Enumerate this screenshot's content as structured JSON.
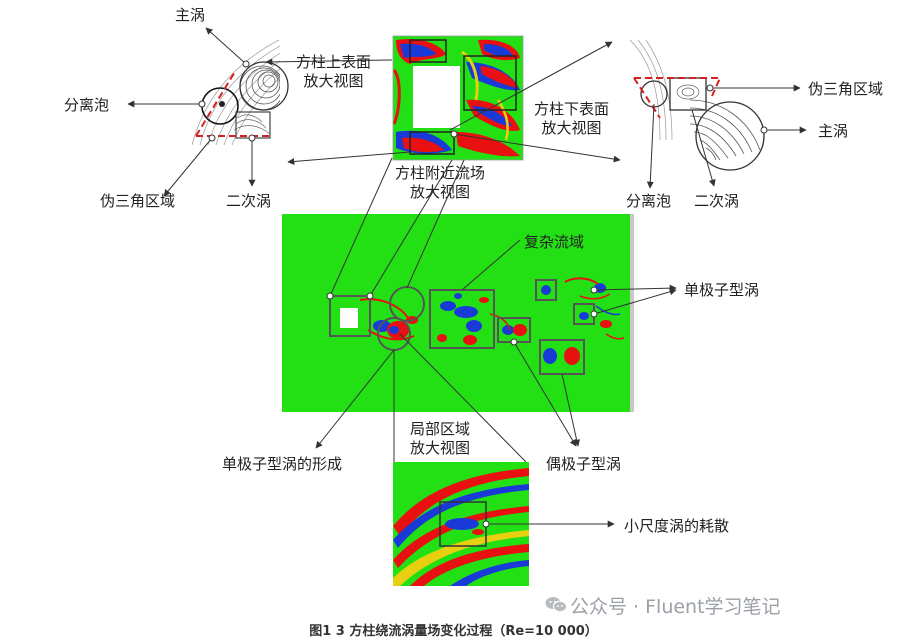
{
  "labels": {
    "main_vortex_left": "主涡",
    "separation_bubble_left": "分离泡",
    "pseudo_triangle_left": "伪三角区域",
    "secondary_vortex_left": "二次涡",
    "upper_surface_zoom": "方柱上表面\n放大视图",
    "lower_surface_zoom": "方柱下表面\n放大视图",
    "near_field_zoom": "方柱附近流场\n放大视图",
    "pseudo_triangle_right": "伪三角区域",
    "main_vortex_right": "主涡",
    "separation_bubble_right": "分离泡",
    "secondary_vortex_right": "二次涡",
    "complex_region": "复杂流域",
    "monopole_vortex": "单极子型涡",
    "monopole_formation": "单极子型涡的形成",
    "local_region_zoom": "局部区域\n放大视图",
    "dipole_vortex": "偶极子型涡",
    "small_scale_dissipation": "小尺度涡的耗散"
  },
  "watermark": "公众号 · Fluent学习笔记",
  "caption": "图1 3 方柱绕流涡量场变化过程（Re=10 000）",
  "colors": {
    "field_green": "#22e014",
    "vortex_red": "#e81010",
    "vortex_blue": "#1a3ad8",
    "dashed_red": "#d42020",
    "box_gray": "#555555"
  }
}
